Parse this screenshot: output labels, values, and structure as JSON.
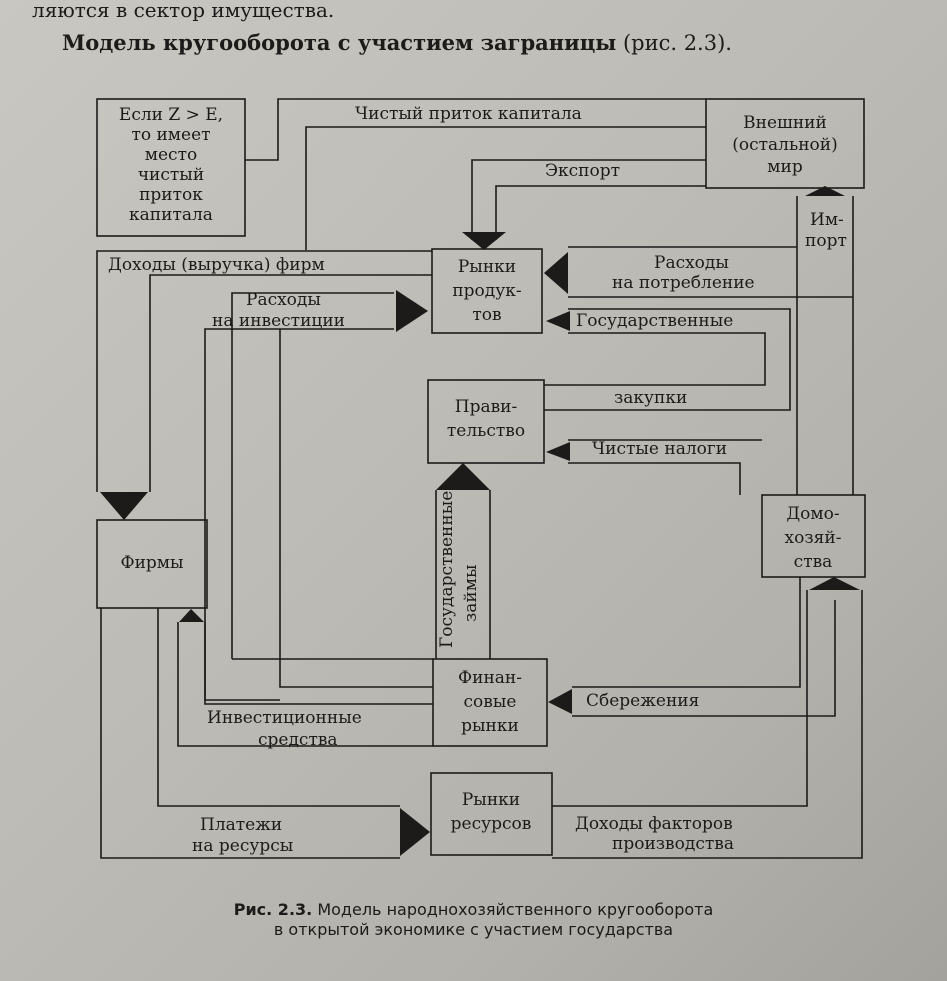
{
  "page": {
    "top_line": "ляются в сектор имущества.",
    "subtitle": "Модель кругооборота с участием заграницы",
    "subtitle_ref": " (рис. 2.3)."
  },
  "boxes": {
    "note": [
      "Если Z > E,",
      "то имеет",
      "место",
      "чистый",
      "приток",
      "капитала"
    ],
    "world": [
      "Внешний",
      "(остальной)",
      "мир"
    ],
    "product_markets": [
      "Рынки",
      "продук-",
      "тов"
    ],
    "government": [
      "Прави-",
      "тельство"
    ],
    "firms": [
      "Фирмы"
    ],
    "households": [
      "Домо-",
      "хозяй-",
      "ства"
    ],
    "financial_markets": [
      "Финан-",
      "совые",
      "рынки"
    ],
    "resource_markets": [
      "Рынки",
      "ресурсов"
    ]
  },
  "flows": {
    "net_capital_inflow": [
      "Чистый приток капитала"
    ],
    "export": [
      "Экспорт"
    ],
    "import": [
      "Им-",
      "порт"
    ],
    "firm_revenue": [
      "Доходы (выручка) фирм"
    ],
    "investment_spending": [
      "Расходы",
      "на инвестиции"
    ],
    "consumption_spending": [
      "Расходы",
      "на потребление"
    ],
    "government_purchases_1": [
      "Государственные"
    ],
    "government_purchases_2": [
      "закупки"
    ],
    "net_taxes": [
      "Чистые налоги"
    ],
    "government_loans": [
      "Государственные",
      "займы"
    ],
    "savings": [
      "Сбережения"
    ],
    "investment_funds": [
      "Инвестиционные",
      "средства"
    ],
    "resource_payments": [
      "Платежи",
      "на ресурсы"
    ],
    "factor_income": [
      "Доходы факторов",
      "производства"
    ]
  },
  "caption": {
    "label": "Рис. 2.3.",
    "line1": " Модель народнохозяйственного кругооборота",
    "line2": "в открытой экономике с участием государства"
  }
}
